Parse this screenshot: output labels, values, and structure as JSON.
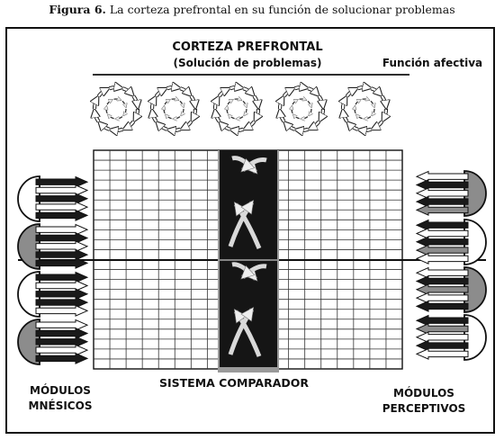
{
  "caption": {
    "figure_label": "Figura 6.",
    "text": "La corteza prefrontal en su función de solucionar problemas"
  },
  "labels": {
    "cortex_title": "CORTEZA PREFRONTAL",
    "cortex_subtitle": "(Solución de problemas)",
    "affective": "Función afectiva",
    "comparator": "SISTEMA COMPARADOR",
    "mnesic_line1": "MÓDULOS",
    "mnesic_line2": "MNÉSICOS",
    "perceptual_line1": "MÓDULOS",
    "perceptual_line2": "PERCEPTIVOS"
  },
  "colors": {
    "ink": "#111111",
    "dark_fill": "#1a1a1a",
    "gray_fill": "#8c8c8c",
    "light_fill": "#ffffff",
    "comparator_fill": "#151515",
    "comparator_border": "#9a9a9a"
  },
  "modules": {
    "mnesic": [
      "light",
      "gray",
      "light",
      "gray"
    ],
    "perceptual": [
      "gray",
      "light",
      "gray",
      "light"
    ]
  }
}
